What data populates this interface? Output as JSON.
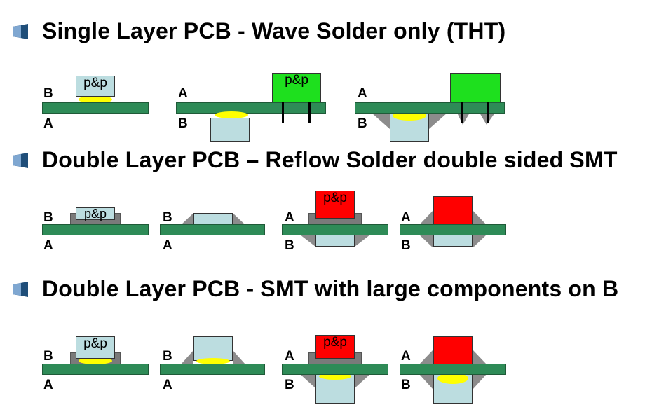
{
  "sections": [
    {
      "title": "Single Layer PCB - Wave Solder only (THT)"
    },
    {
      "title": "Double Layer PCB – Reflow Solder double sided SMT"
    },
    {
      "title": "Double Layer PCB - SMT with large components on B"
    }
  ],
  "labels": {
    "side_a": "A",
    "side_b": "B",
    "pick_place": "p&p"
  },
  "colors": {
    "board": "#2e8b57",
    "smd_component": "#bcdde0",
    "tht_component": "#1ee01e",
    "large_component": "#ff0000",
    "solder": "#ffff00",
    "solder_fillet": "#8c8c8c"
  },
  "icons": {
    "bullet": "slide-bullet-icon"
  }
}
